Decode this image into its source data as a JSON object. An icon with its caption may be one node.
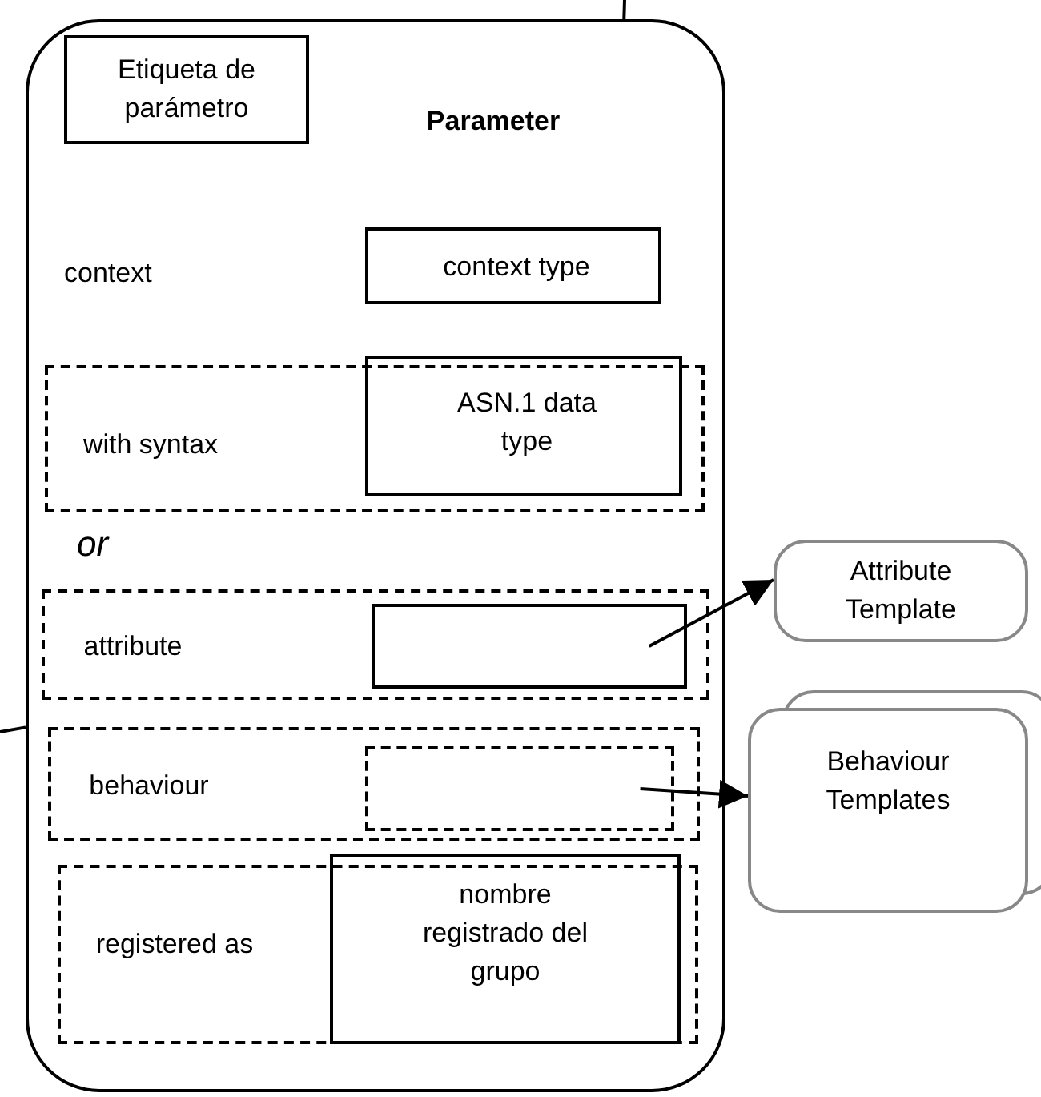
{
  "diagram": {
    "nodes": [
      {
        "text": [
          "Parameter"
        ]
      },
      {
        "text": [
          "Etiqueta de parámetro"
        ],
        "in": 0
      },
      {
        "text": [
          "context type"
        ],
        "in": 0
      },
      {
        "text": [
          "with syntax"
        ],
        "in": 0
      },
      {
        "text": [
          "ASN.1 data type"
        ],
        "in": 3
      },
      {
        "text": [
          "attribute"
        ],
        "in": 0
      },
      {
        "text": [],
        "shape": "box",
        "in": 5
      },
      {
        "text": [
          "behaviour"
        ],
        "in": 0
      },
      {
        "text": [],
        "shape": "box",
        "in": 7
      },
      {
        "text": [
          "registered as"
        ],
        "in": 0
      },
      {
        "text": [
          "nombre registrado del grupo"
        ],
        "in": 9
      },
      {
        "text": [
          "Attribute Template"
        ]
      },
      {
        "text": [
          "Behaviour Templates"
        ]
      }
    ],
    "edges": [
      {
        "from": 6,
        "to": 11,
        "arrow": "to"
      },
      {
        "from": 8,
        "to": 12,
        "arrow": "to"
      },
      {
        "from": null,
        "to": 0,
        "arrow": "none"
      },
      {
        "from": null,
        "to": 0,
        "arrow": "none"
      }
    ],
    "labels": [
      "context",
      "or"
    ]
  }
}
